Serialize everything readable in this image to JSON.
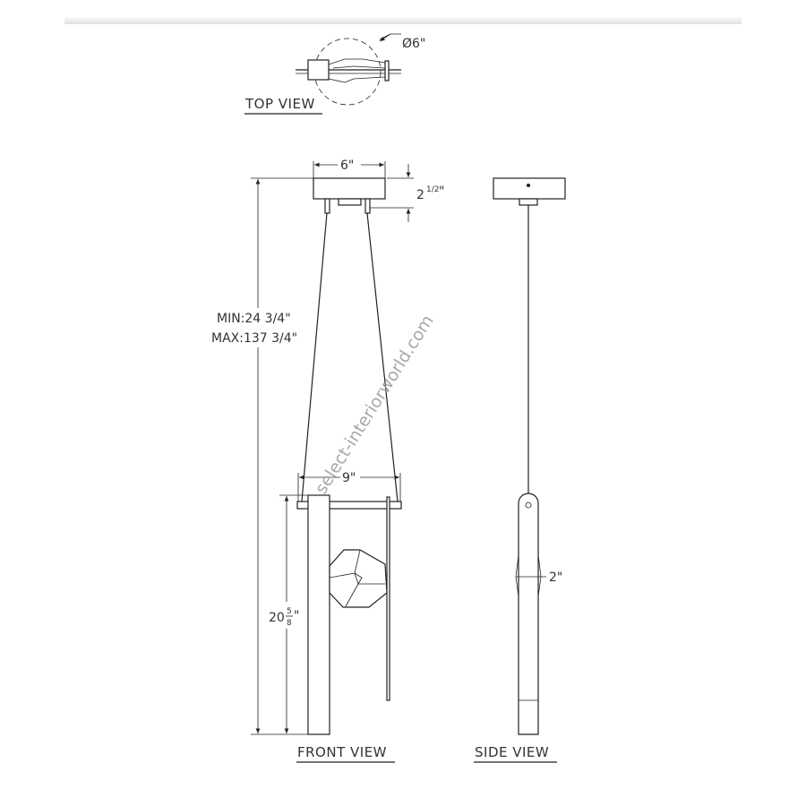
{
  "views": {
    "top": "TOP VIEW",
    "front": "FRONT VIEW",
    "side": "SIDE VIEW"
  },
  "dimensions": {
    "diameter": "Ø6\"",
    "canopy_width": "6\"",
    "canopy_height_whole": "2",
    "canopy_height_frac": "1/2",
    "canopy_height_unit": "\"",
    "min_height": "MIN:24 3/4\"",
    "max_height": "MAX:137 3/4\"",
    "bar_width": "9\"",
    "body_height_whole": "20",
    "body_height_num": "5",
    "body_height_den": "8",
    "body_height_unit": "\"",
    "depth": "2\""
  },
  "watermark": "select-interiorworld.com"
}
